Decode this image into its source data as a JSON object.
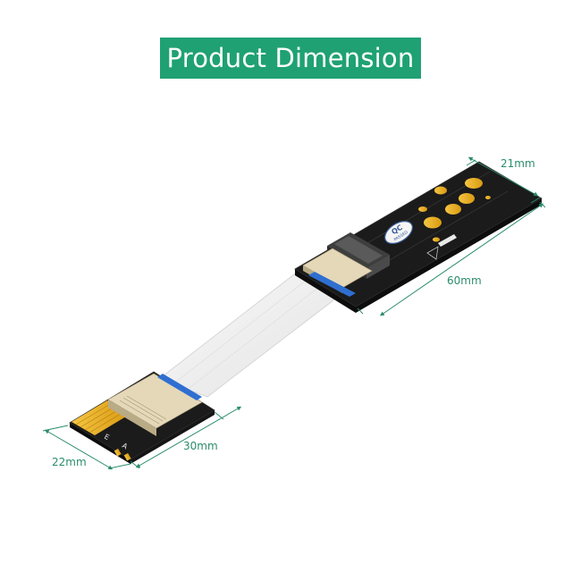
{
  "title": "Product Dimension",
  "dimensions": {
    "large_width": "21mm",
    "large_length": "60mm",
    "small_width": "22mm",
    "small_length": "30mm"
  },
  "large_board": {
    "logo_top": "QC",
    "logo_bottom": "PASSED"
  },
  "small_board": {
    "pin_labels": [
      "E",
      "A"
    ]
  },
  "colors": {
    "banner": "#1fa174",
    "dimension": "#2a8d6a",
    "pcb": "#1b1b1b",
    "gold": "#f2b91e",
    "cable": "#f3f3f3"
  }
}
